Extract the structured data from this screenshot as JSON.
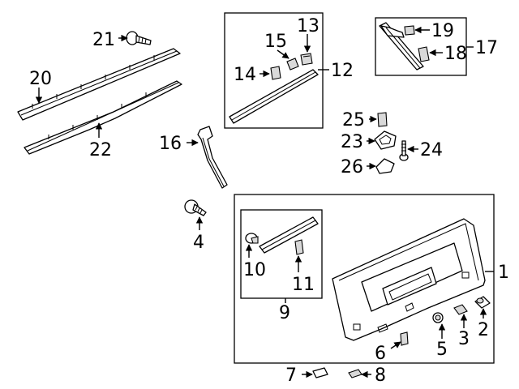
{
  "diagram": {
    "callouts": {
      "c1": "1",
      "c2": "2",
      "c3": "3",
      "c4": "4",
      "c5": "5",
      "c6": "6",
      "c7": "7",
      "c8": "8",
      "c9": "9",
      "c10": "10",
      "c11": "11",
      "c12": "12",
      "c13": "13",
      "c14": "14",
      "c15": "15",
      "c16": "16",
      "c17": "17",
      "c18": "18",
      "c19": "19",
      "c20": "20",
      "c21": "21",
      "c22": "22",
      "c23": "23",
      "c24": "24",
      "c25": "25",
      "c26": "26"
    },
    "colors": {
      "line": "#000000",
      "fill": "#ffffff",
      "shade": "#d9d9d9"
    }
  }
}
